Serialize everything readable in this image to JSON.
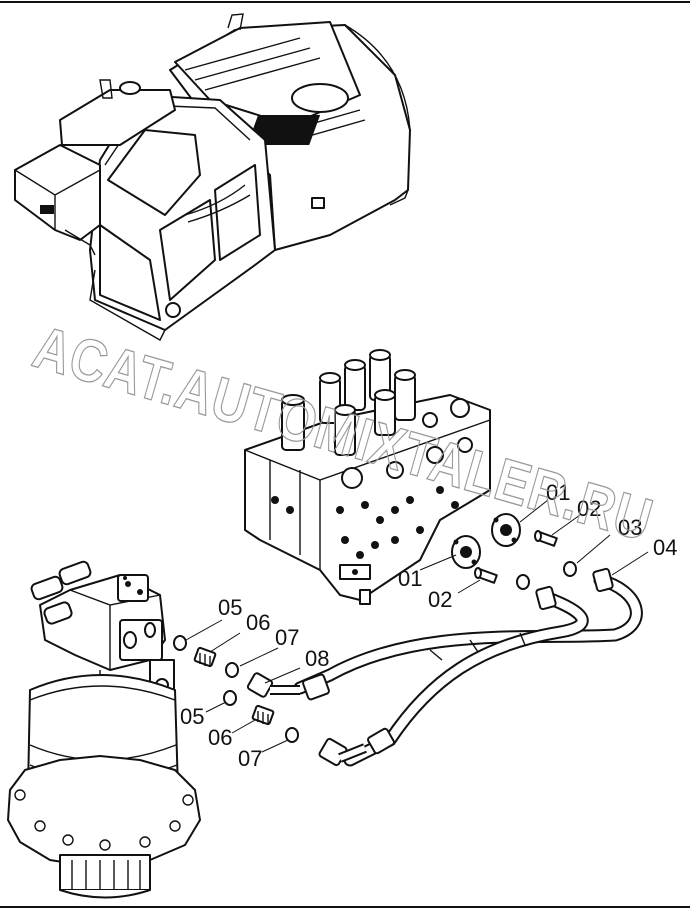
{
  "watermark": "ACAT.AUTOMIXTALER.RU",
  "callouts": {
    "c01a": "01",
    "c02a": "02",
    "c01b": "01",
    "c02b": "02",
    "c03": "03",
    "c04": "04",
    "c05a": "05",
    "c06a": "06",
    "c07a": "07",
    "c08": "08",
    "c05b": "05",
    "c06b": "06",
    "c07b": "07"
  }
}
